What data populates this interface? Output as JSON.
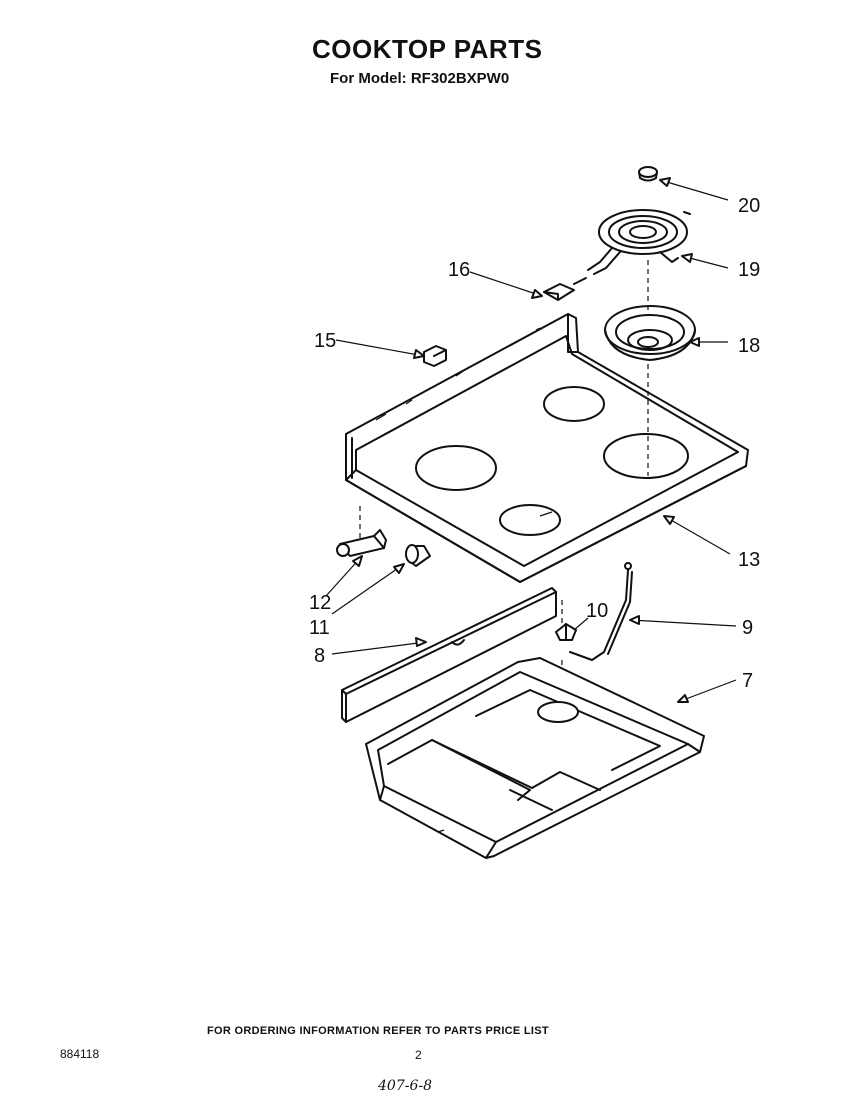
{
  "header": {
    "title": "COOKTOP PARTS",
    "subtitle": "For Model: RF302BXPW0"
  },
  "callouts": {
    "c20": "20",
    "c19": "19",
    "c16": "16",
    "c18": "18",
    "c15": "15",
    "c13": "13",
    "c12": "12",
    "c11": "11",
    "c10": "10",
    "c9": "9",
    "c8": "8",
    "c7": "7"
  },
  "footer": {
    "note": "FOR ORDERING INFORMATION REFER TO PARTS PRICE LIST",
    "doc_number": "884118",
    "page_number": "2",
    "handwritten": "407-6-8"
  }
}
